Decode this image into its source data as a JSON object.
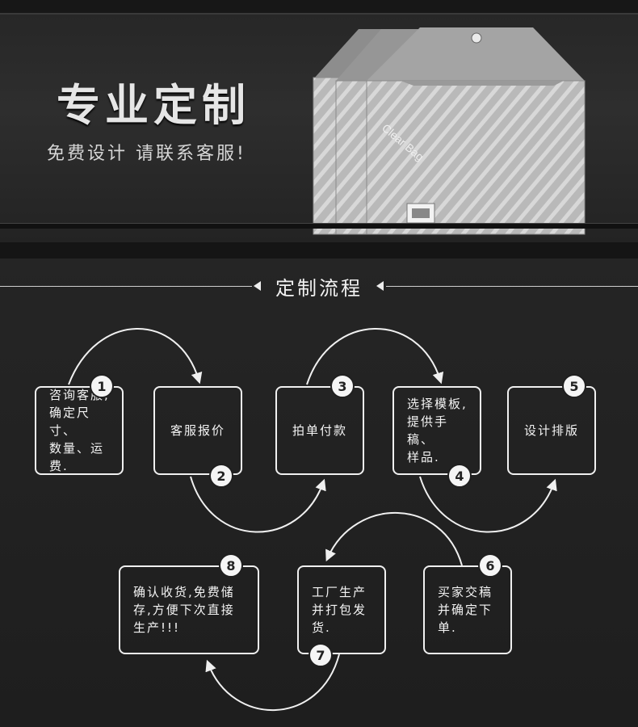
{
  "banner": {
    "title": "专业定制",
    "subtitle": "免费设计 请联系客服!",
    "bag_text": "Clear Bag"
  },
  "process": {
    "header": "定制流程",
    "steps": [
      {
        "number": "1",
        "text": "咨询客服,\n确定尺寸、\n数量、运\n费."
      },
      {
        "number": "2",
        "text": "客服报价"
      },
      {
        "number": "3",
        "text": "拍单付款"
      },
      {
        "number": "4",
        "text": "选择模板,\n提供手稿、\n样品."
      },
      {
        "number": "5",
        "text": "设计排版"
      },
      {
        "number": "6",
        "text": "买家交稿\n并确定下\n单."
      },
      {
        "number": "7",
        "text": "工厂生产\n并打包发\n货."
      },
      {
        "number": "8",
        "text": "确认收货,免费储\n存,方便下次直接\n生产!!!"
      }
    ]
  }
}
